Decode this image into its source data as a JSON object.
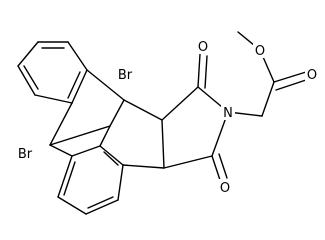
{
  "molecule": {
    "atoms": [
      {
        "id": "br1",
        "symbol": "Br"
      },
      {
        "id": "br2",
        "symbol": "Br"
      },
      {
        "id": "o1",
        "symbol": "O"
      },
      {
        "id": "o2",
        "symbol": "O"
      },
      {
        "id": "o3",
        "symbol": "O"
      },
      {
        "id": "o4",
        "symbol": "O"
      },
      {
        "id": "n1",
        "symbol": "N"
      }
    ]
  },
  "colors": {
    "bond": "#000000",
    "background": "#ffffff"
  }
}
